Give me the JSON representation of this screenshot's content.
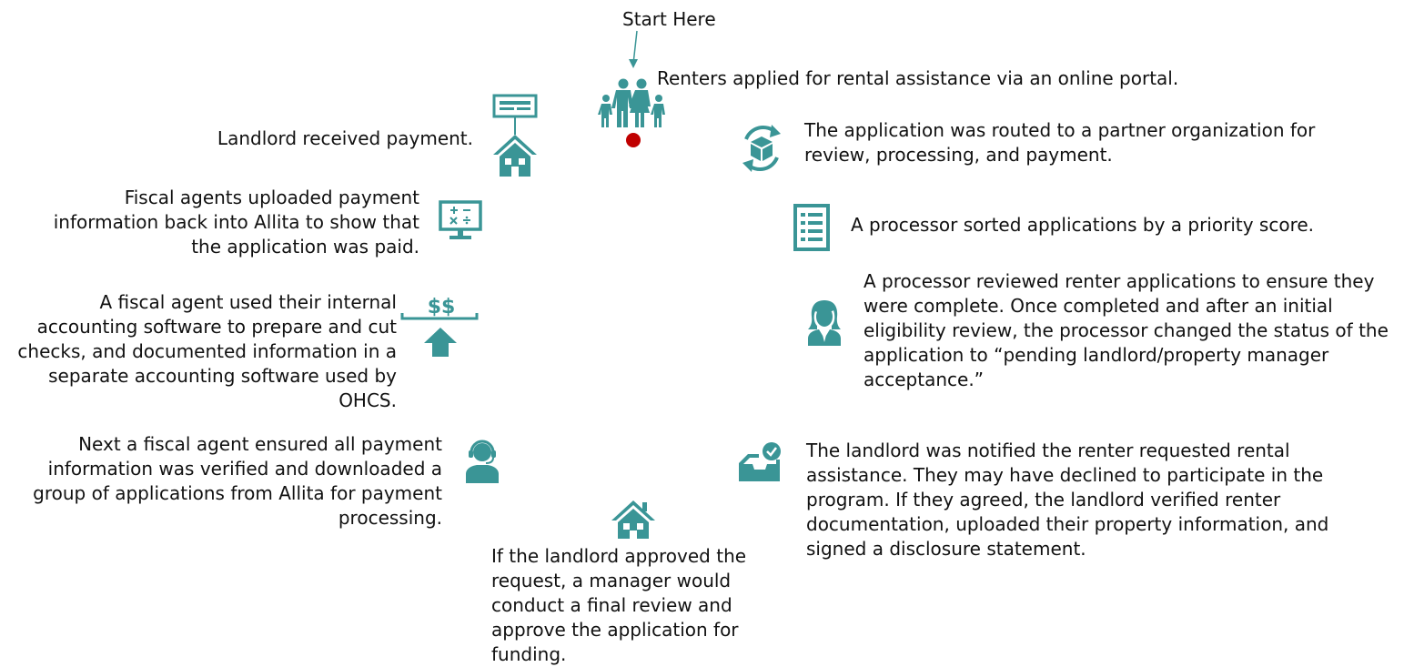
{
  "diagram": {
    "accent_color": "#3a9596",
    "start_marker_color": "#c00000",
    "start_label": "Start Here",
    "steps": [
      {
        "icon": "family-icon",
        "text": "Renters applied for rental assistance via an online portal."
      },
      {
        "icon": "routing-package-icon",
        "text": "The application was routed to a partner organization for\nreview, processing, and payment."
      },
      {
        "icon": "checklist-icon",
        "text": "A processor sorted applications by a priority score."
      },
      {
        "icon": "processor-person-icon",
        "text": "A processor reviewed renter applications to ensure they\nwere complete. Once completed and after an initial\neligibility review, the processor changed the status of the\napplication to “pending landlord/property manager\nacceptance.”"
      },
      {
        "icon": "inbox-check-icon",
        "text": "The landlord was notified the renter requested rental\nassistance. They may have declined to participate in the\nprogram. If they agreed, the landlord verified renter\ndocumentation, uploaded their property information, and\nsigned a disclosure statement."
      },
      {
        "icon": "house-icon",
        "text": "If the landlord approved the\nrequest, a manager would\nconduct a final review and\napprove the application for\nfunding."
      },
      {
        "icon": "headset-agent-icon",
        "text": "Next a fiscal agent ensured all payment\ninformation was verified and downloaded a\ngroup of applications from Allita for payment\nprocessing."
      },
      {
        "icon": "money-upload-icon",
        "icon_label": "$$",
        "text": "A fiscal agent used their internal\naccounting software to prepare and cut\nchecks, and documented information in a\nseparate accounting software used by\nOHCS."
      },
      {
        "icon": "calculator-monitor-icon",
        "text": "Fiscal agents uploaded payment\ninformation back into Allita to show that\nthe application was paid."
      },
      {
        "icon": "house-check-icon",
        "text": "Landlord received payment."
      }
    ]
  }
}
